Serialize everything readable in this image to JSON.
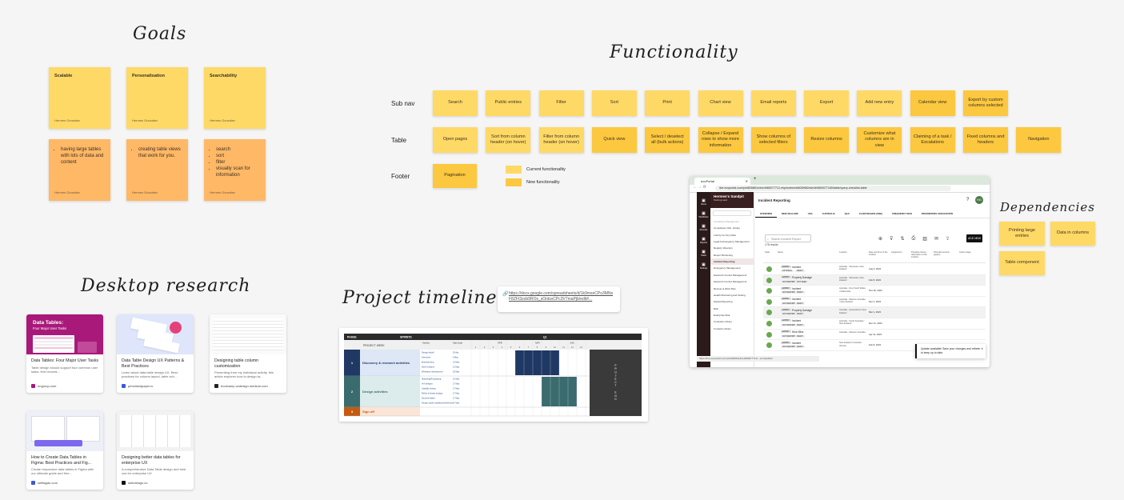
{
  "headings": {
    "goals": "Goals",
    "functionality": "Functionality",
    "desktop_research": "Desktop research",
    "project_timeline": "Project timeline",
    "dependencies": "Dependencies"
  },
  "goals": [
    {
      "title": "Scalable",
      "author": "Hermes Gonzalez",
      "details": [
        "having large tables with lots of data and content"
      ],
      "details_author": "Hermes Gonzalez"
    },
    {
      "title": "Personalisation",
      "author": "Hermes Gonzalez",
      "details": [
        "creating table views that work for you."
      ],
      "details_author": "Hermes Gonzalez"
    },
    {
      "title": "Searchability",
      "author": "Hermes Gonzalez",
      "details": [
        "search",
        "sort",
        "filter",
        "visually scan for information"
      ],
      "details_author": "Hermes Gonzalez"
    }
  ],
  "functionality": {
    "rows": [
      {
        "label": "Sub nav",
        "items": [
          {
            "text": "Search",
            "kind": "current"
          },
          {
            "text": "Public entries",
            "kind": "current"
          },
          {
            "text": "Filter",
            "kind": "current"
          },
          {
            "text": "Sort",
            "kind": "current"
          },
          {
            "text": "Print",
            "kind": "current"
          },
          {
            "text": "Chart view",
            "kind": "current"
          },
          {
            "text": "Email reports",
            "kind": "current"
          },
          {
            "text": "Export",
            "kind": "current"
          },
          {
            "text": "Add new entry",
            "kind": "current"
          },
          {
            "text": "Calendar view",
            "kind": "new"
          },
          {
            "text": "Export by custom columns selected",
            "kind": "new"
          }
        ]
      },
      {
        "label": "Table",
        "items": [
          {
            "text": "Open pages",
            "kind": "current"
          },
          {
            "text": "Sort from column header (on hover)",
            "kind": "current"
          },
          {
            "text": "Filter from column header (on hover)",
            "kind": "current"
          },
          {
            "text": "Quick view",
            "kind": "new"
          },
          {
            "text": "Select / deselect all (bulk actions)",
            "kind": "new"
          },
          {
            "text": "Collapse / Expand rows to show more information",
            "kind": "new"
          },
          {
            "text": "Show columns of selected filters",
            "kind": "new"
          },
          {
            "text": "Resize columns",
            "kind": "new"
          },
          {
            "text": "Customize what columns are in view",
            "kind": "new"
          },
          {
            "text": "Claiming of a task / Escalations",
            "kind": "new"
          },
          {
            "text": "Fixed columns and headers",
            "kind": "new"
          },
          {
            "text": "Navigation",
            "kind": "new"
          }
        ]
      },
      {
        "label": "Footer",
        "items": [
          {
            "text": "Pagination",
            "kind": "new"
          }
        ]
      }
    ],
    "legend": [
      {
        "text": "Current functionality",
        "color": "#ffd966"
      },
      {
        "text": "New functionality",
        "color": "#fcc83f"
      }
    ]
  },
  "dependencies": [
    {
      "text": "Printing large entries"
    },
    {
      "text": "Data in columns"
    },
    {
      "text": "Table component"
    }
  ],
  "research_cards": [
    {
      "title": "Data Tables: Four Major User Tasks",
      "desc": "Table design should support four common user tasks: find records...",
      "source": "nngroup.com",
      "thumb_title": "Data Tables:",
      "thumb_sub": "Four Major User Tasks"
    },
    {
      "title": "Data Table Design UX Patterns & Best Practices",
      "desc": "Learn about data table design UX. Best practices for column layout, table sch...",
      "source": "pencilandpaper.io"
    },
    {
      "title": "Designing table column customization",
      "desc": "Presenting from my individual activity, this article explores how to design ta...",
      "source": "bootcamp.uxdesign.medium.com"
    },
    {
      "title": "How to Create Data Tables in Figma: Best Practices and Fig...",
      "desc": "Create responsive data tables in Figma with our ultimate guide and free...",
      "source": "setflagdu.com"
    },
    {
      "title": "Designing better data tables for enterprise UX",
      "desc": "A comprehensive Data Table design and best use for enterprise UX",
      "source": "webdesign.co"
    }
  ],
  "link_card": {
    "url": "https://docs.google.com/spreadsheets/d/1k9mxeCPo3MNsF8ZFt3zob9ROs_sOntsxCPc3V7maPjb/edit#..."
  },
  "timeline": {
    "headers": {
      "phase": "PHASE",
      "sprints": "SPRINTS",
      "activity": "Activity",
      "start": "Start date",
      "q1": "Q1",
      "apr": "APR",
      "may": "MAY",
      "jun": "JUN",
      "project_week": "PROJECT WEEK",
      "project_end": "PROJECT END"
    },
    "weeks": [
      "1",
      "2",
      "3",
      "4",
      "5",
      "6",
      "7",
      "8",
      "9",
      "10",
      "11",
      "12",
      "13"
    ],
    "phases": [
      {
        "num": "1",
        "name": "Discovery & research activities",
        "activities": [
          {
            "name": "Design kickoff",
            "start": "29 Apr"
          },
          {
            "name": "Interviews",
            "start": "6 May"
          },
          {
            "name": "Brainstorming",
            "start": "13 May"
          },
          {
            "name": "Desk research",
            "start": "13 May"
          },
          {
            "name": "Wireframe development",
            "start": "20 May"
          }
        ]
      },
      {
        "num": "2",
        "name": "Design activities",
        "activities": [
          {
            "name": "Sketching/Prototyping",
            "start": "10 May"
          },
          {
            "name": "Hi-fi designs",
            "start": "17 May"
          },
          {
            "name": "Usability testing",
            "start": "17 May"
          },
          {
            "name": "Refine & iterate designs",
            "start": "17 May"
          },
          {
            "name": "Documentation",
            "start": "17 May"
          },
          {
            "name": "Design system additions/refinement",
            "start": "17 May"
          }
        ]
      },
      {
        "num": "3",
        "name": "Sign off",
        "activities": []
      }
    ]
  },
  "browser": {
    "tab_title": "ecoPortal",
    "address": "live.ecoportal.com/p/e6f26861e/b/e4980077712-ehp/entries/b6f2696f2e6e4b9800077180/table/query-checklist-table",
    "status_url": "https://live.ecoportal.com/p/e6f26861e/b/e4980077712/.../entries/Edit",
    "app_name": "Hermes's Sandpit",
    "app_sub": "Testing Land",
    "nav_icons": [
      "Home",
      "Workflows",
      "Records",
      "Reports",
      "Tasks",
      "Settings"
    ],
    "section1": "Compliance Management",
    "menu_items": [
      "Compliance Obs. Library",
      "L Entry For Any Data",
      "Legal & Emergency Management",
      "Registry Directory",
      "Report Monitoring",
      "Incident Reporting",
      "Emergency Management",
      "Hazard & Control Management",
      "Hazard & Control Management",
      "Rescue & Work Plan",
      "Health Monitoring and Testing",
      "Hazard Reporting",
      "Risk",
      "Enterprise Risk",
      "Contracts Library",
      "Contacts Library"
    ],
    "page_title": "Incident Reporting",
    "tabs": [
      "OVERVIEW",
      "NEW ZEALAND",
      "USA",
      "AUSTRALIA",
      "QLD",
      "CLAIM WAGER (CISE)",
      "FREQUENCY MAN",
      "PARAMETERS ASSOCIATION"
    ],
    "search_placeholder": "Search Incident Report",
    "add_label": "ADD NEW",
    "results": "178 results",
    "columns": [
      "State",
      "Name",
      "Location",
      "Date and time of the incident",
      "Assigned to",
      "Possible closure description of the incident",
      "Potential severity (graph)",
      "Action stage"
    ],
    "rows": [
      {
        "type": "Incident",
        "location": "Australia - Tasmania / New Zealand",
        "date": "Aug 3, 2023",
        "tags": [
          "OPTIONAL",
          "DRAFT"
        ]
      },
      {
        "type": "Property Damage",
        "location": "Australia - Tasmania / New Zealand",
        "date": "Feb 8, 2023",
        "tags": [
          "NOT REPORTED",
          "NOT SEEN"
        ]
      },
      {
        "type": "Incident",
        "location": "Australia - New South Wales / Nationwide",
        "date": "Nov 25, 2023",
        "tags": [
          "NOT REPORTED",
          "DRAFT"
        ]
      },
      {
        "type": "Incident",
        "location": "Australia - Western Australia / New Zealand",
        "date": "Dec 2, 2023",
        "tags": [
          "NOT REPORTED",
          "DRAFT"
        ]
      },
      {
        "type": "Property Damage",
        "location": "Australia - Queensland / New Zealand",
        "date": "Mar 1, 2023",
        "tags": [
          "NOT REPORTED",
          "DRAFT"
        ]
      },
      {
        "type": "Incident",
        "location": "Australia - South Australia / New Zealand",
        "date": "Dec 21, 2023",
        "tags": [
          "NOT REPORTED",
          "DRAFT"
        ]
      },
      {
        "type": "Near Miss",
        "location": "Australia - Western Australia",
        "date": "Apr 13, 2023",
        "tags": [
          "NOT REPORTED",
          "DRAFT"
        ]
      },
      {
        "type": "Incident",
        "location": "New Zealand / Australia - Victoria",
        "date": "Feb 8, 2023",
        "tags": [
          "NOT REPORTED",
          "DRAFT"
        ]
      }
    ],
    "toast": "Update available! Save your changes and refresh to keep up to date."
  }
}
